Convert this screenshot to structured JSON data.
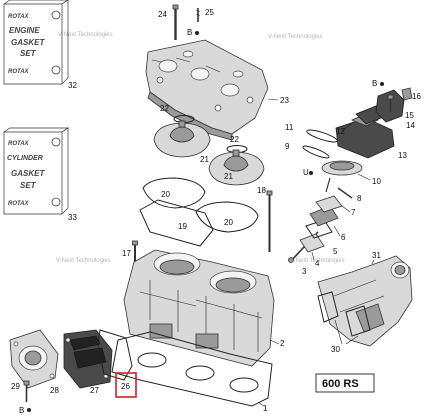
{
  "model_badge": "600 RS",
  "watermarks": [
    "V-Next Technologies",
    "V-Next Technologies",
    "V-Next Technologies",
    "V-Next Technologies"
  ],
  "kits": {
    "engine_gasket": {
      "brand": "ROTAX",
      "line1": "ENGINE",
      "line2": "GASKET",
      "line3": "SET",
      "number": "32"
    },
    "cylinder_gasket": {
      "brand": "ROTAX",
      "line1": "CYLINDER",
      "line2": "GASKET",
      "line3": "SET",
      "number": "33"
    }
  },
  "callouts": {
    "c1": "1",
    "c2": "2",
    "c3": "3",
    "c4": "4",
    "c5": "5",
    "c6": "6",
    "c7": "7",
    "c8": "8",
    "c9": "9",
    "c10": "10",
    "c11": "11",
    "c12": "12",
    "c13": "13",
    "c14": "14",
    "c15": "15",
    "c16": "16",
    "c17": "17",
    "c18": "18",
    "c19": "19",
    "c20a": "20",
    "c20b": "20",
    "c21a": "21",
    "c21b": "21",
    "c22a": "22",
    "c22b": "22",
    "c23": "23",
    "c24": "24",
    "c25": "25",
    "c26": "26",
    "c27": "27",
    "c28": "28",
    "c29": "29",
    "c30": "30",
    "c31": "31"
  },
  "fastener_codes": {
    "b_head": "B",
    "b_cover": "B",
    "u_valve": "U",
    "b_bottom": "B"
  },
  "highlight": {
    "part": "26",
    "color": "#d4202a"
  }
}
